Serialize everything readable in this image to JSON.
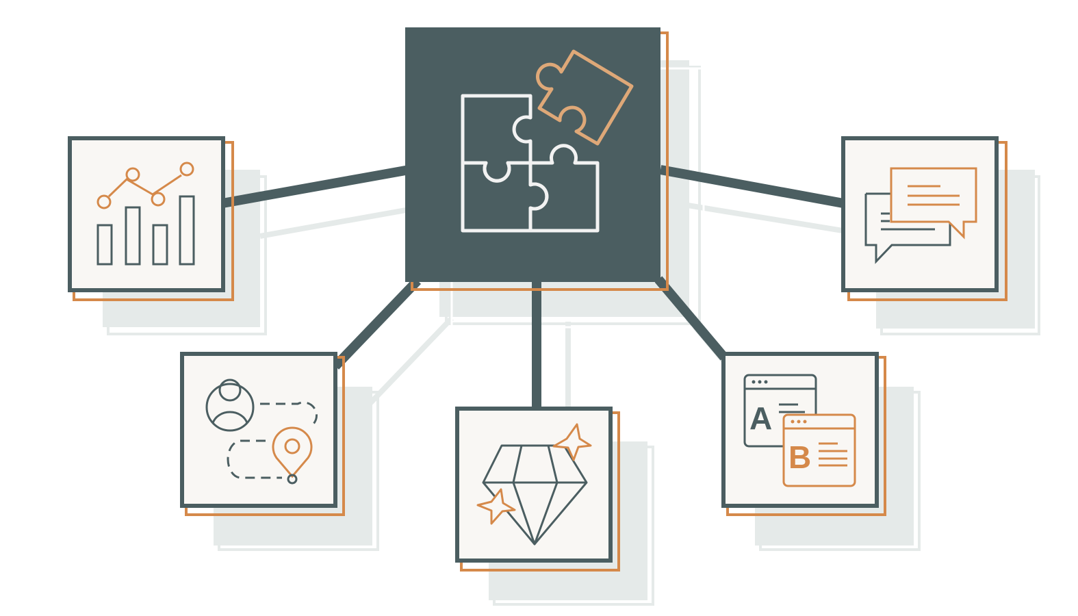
{
  "diagram": {
    "hub": {
      "icon": "puzzle-pieces-icon"
    },
    "nodes": [
      {
        "id": "analytics",
        "icon": "bar-line-chart-icon"
      },
      {
        "id": "customer-journey",
        "icon": "user-route-map-pin-icon"
      },
      {
        "id": "value",
        "icon": "diamond-sparkle-icon"
      },
      {
        "id": "ab-testing",
        "icon": "ab-test-windows-icon",
        "labels": [
          "A",
          "B"
        ]
      },
      {
        "id": "communication",
        "icon": "chat-bubbles-icon"
      }
    ]
  },
  "colors": {
    "dark": "#4b5e61",
    "accent": "#d5894a",
    "card": "#f9f7f4",
    "shadow": "#e5eae9",
    "puzzle_light": "#f2f2f2",
    "puzzle_accent": "#dea878"
  }
}
